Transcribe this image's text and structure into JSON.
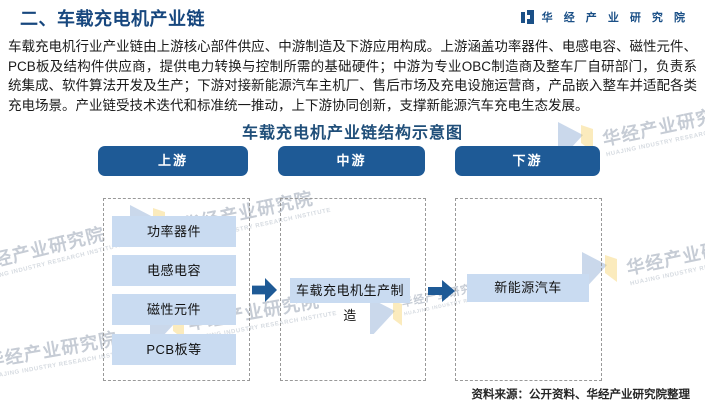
{
  "header": {
    "title": "二、车载充电机产业链",
    "brand": "华 经 产 业 研 究 院"
  },
  "intro": "车载充电机行业产业链由上游核心部件供应、中游制造及下游应用构成。上游涵盖功率器件、电感电容、磁性元件、PCB板及结构件供应商，提供电力转换与控制所需的基础硬件；中游为专业OBC制造商及整车厂自研部门，负责系统集成、软件算法开发及生产；下游对接新能源汽车主机厂、售后市场及充电设施运营商，产品嵌入整车并适配各类充电场景。产业链受技术迭代和标准统一推动，上下游协同创新，支撑新能源汽车充电生态发展。",
  "diagram": {
    "title": "车载充电机产业链结构示意图",
    "columns": [
      {
        "header": "上游",
        "items": [
          "功率器件",
          "电感电容",
          "磁性元件",
          "PCB板等"
        ]
      },
      {
        "header": "中游",
        "items": [
          "车载充电机生产制造"
        ]
      },
      {
        "header": "下游",
        "items": [
          "新能源汽车"
        ]
      }
    ]
  },
  "footer": {
    "source": "资料来源：公开资料、华经产业研究院整理"
  },
  "watermark": {
    "text": "华经产业研究院",
    "subtext": "HUAJING INDUSTRY RESEARCH INSTITUTE"
  },
  "colors": {
    "primary_blue": "#1E5A96",
    "title_navy": "#1F4E79",
    "node_fill": "#C9DBF1",
    "dashed_border": "#999999",
    "watermark_gray": "#c6ccd5",
    "watermark_blue": "#4e7dbe",
    "watermark_yellow": "#f4c542"
  }
}
